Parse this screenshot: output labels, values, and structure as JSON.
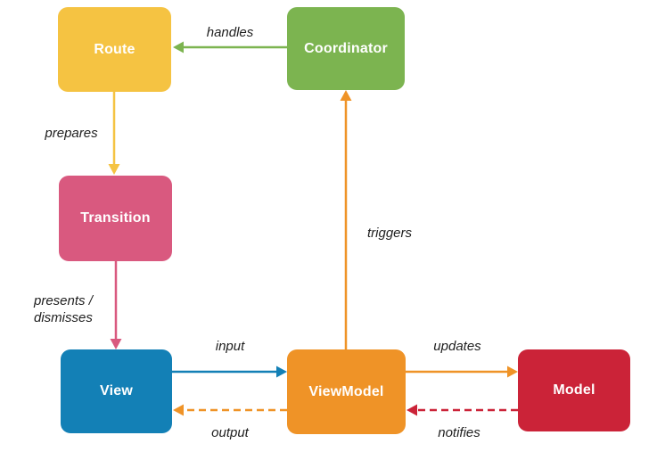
{
  "diagram": {
    "background_color": "#ffffff",
    "label_text_color": "#1f1f1f",
    "nodes": [
      {
        "id": "route",
        "label": "Route",
        "color": "#f5c342",
        "text_color": "#ffffff"
      },
      {
        "id": "coordinator",
        "label": "Coordinator",
        "color": "#7cb450",
        "text_color": "#ffffff"
      },
      {
        "id": "transition",
        "label": "Transition",
        "color": "#d9597f",
        "text_color": "#ffffff"
      },
      {
        "id": "view",
        "label": "View",
        "color": "#1380b6",
        "text_color": "#ffffff"
      },
      {
        "id": "viewmodel",
        "label": "ViewModel",
        "color": "#ef9327",
        "text_color": "#ffffff"
      },
      {
        "id": "model",
        "label": "Model",
        "color": "#cb2338",
        "text_color": "#ffffff"
      }
    ],
    "edges": [
      {
        "from": "coordinator",
        "to": "route",
        "label": "handles",
        "style": "solid",
        "color": "#7cb450"
      },
      {
        "from": "route",
        "to": "transition",
        "label": "prepares",
        "style": "solid",
        "color": "#f5c342"
      },
      {
        "from": "transition",
        "to": "view",
        "label": "presents /\ndismisses",
        "style": "solid",
        "color": "#d9597f"
      },
      {
        "from": "view",
        "to": "viewmodel",
        "label": "input",
        "style": "solid",
        "color": "#1380b6"
      },
      {
        "from": "viewmodel",
        "to": "view",
        "label": "output",
        "style": "dashed",
        "color": "#ef9327"
      },
      {
        "from": "viewmodel",
        "to": "coordinator",
        "label": "triggers",
        "style": "solid",
        "color": "#ef9327"
      },
      {
        "from": "viewmodel",
        "to": "model",
        "label": "updates",
        "style": "solid",
        "color": "#ef9327"
      },
      {
        "from": "model",
        "to": "viewmodel",
        "label": "notifies",
        "style": "dashed",
        "color": "#cb2338"
      }
    ]
  }
}
